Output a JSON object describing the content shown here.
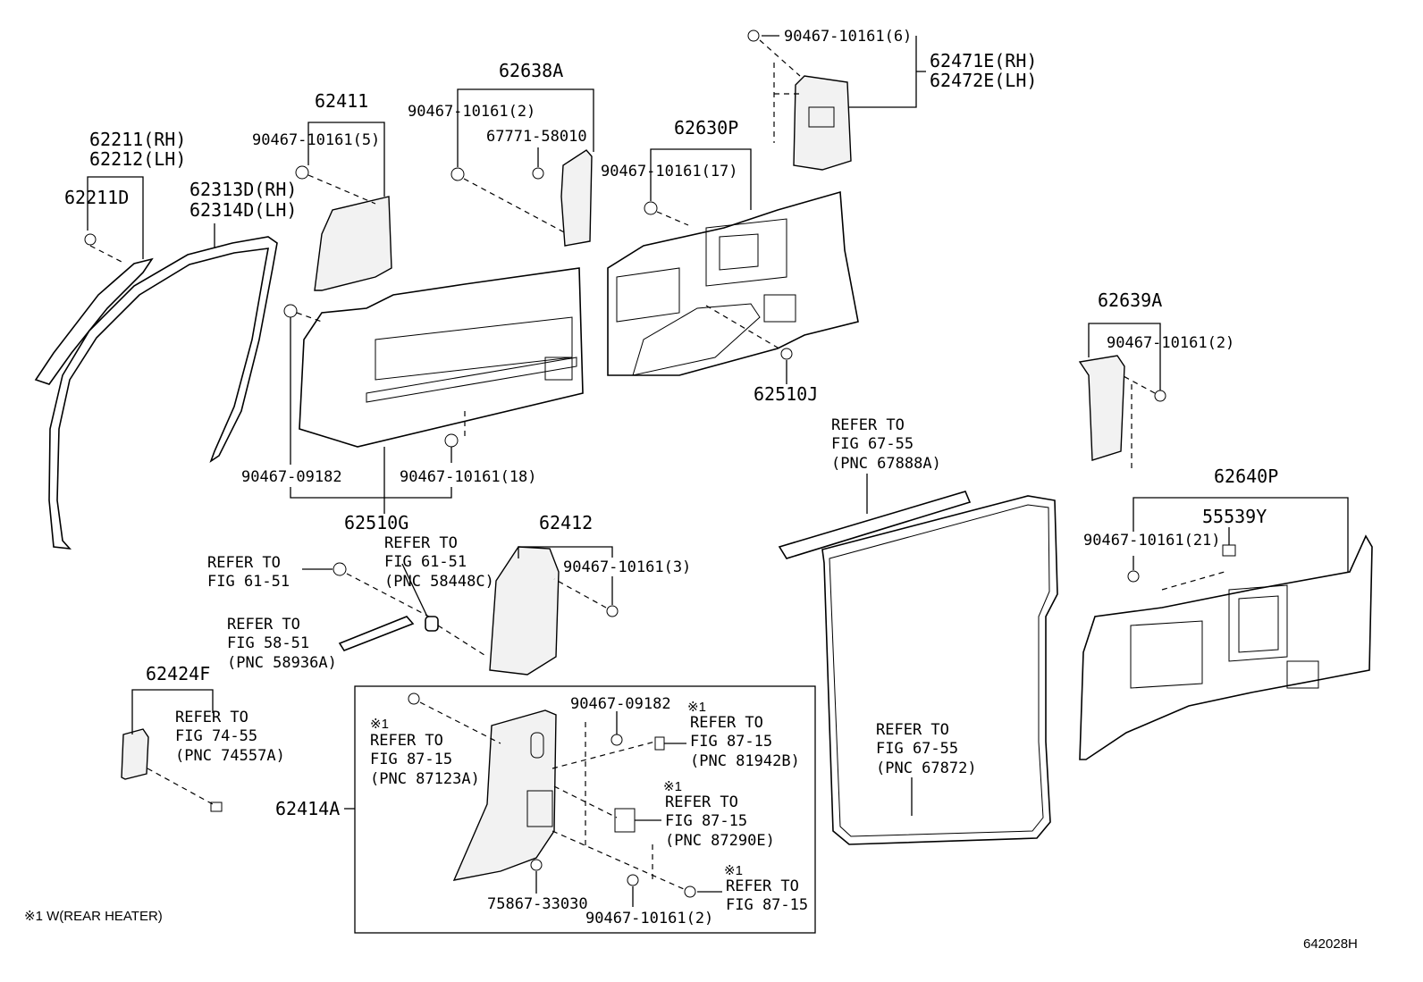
{
  "labels": {
    "p62211": "62211(RH)",
    "p62212": "62212(LH)",
    "p62211D": "62211D",
    "p62313D": "62313D(RH)",
    "p62314D": "62314D(LH)",
    "p62411": "62411",
    "c62411": "90467-10161(5)",
    "p62638A": "62638A",
    "c62638A": "90467-10161(2)",
    "c67771": "67771-58010",
    "c_top": "90467-10161(6)",
    "p62471E": "62471E(RH)",
    "p62472E": "62472E(LH)",
    "p62630P": "62630P",
    "c62630P": "90467-10161(17)",
    "p62510J": "62510J",
    "p62639A": "62639A",
    "c62639A": "90467-10161(2)",
    "c09182a": "90467-09182",
    "c62510G": "90467-10161(18)",
    "p62510G": "62510G",
    "p62412": "62412",
    "c62412": "90467-10161(3)",
    "p62640P": "62640P",
    "p55539Y": "55539Y",
    "c62640P": "90467-10161(21)",
    "p62424F": "62424F",
    "p62414A": "62414A",
    "c09182b": "90467-09182",
    "c75867": "75867-33030",
    "c62414A": "90467-10161(2)",
    "ref_fig": "REFER TO",
    "r6151a_2": "FIG 61-51",
    "r6151b_2": "FIG 61-51",
    "r6151b_3": "(PNC 58448C)",
    "r5851_2": "FIG 58-51",
    "r5851_3": "(PNC 58936A)",
    "r7455_2": "FIG 74-55",
    "r7455_3": "(PNC 74557A)",
    "r6755a_2": "FIG 67-55",
    "r6755a_3": "(PNC 67888A)",
    "r6755b_2": "FIG 67-55",
    "r6755b_3": "(PNC 67872)",
    "r8715_2": "FIG 87-15",
    "r8715a_3": "(PNC 87123A)",
    "r8715b_3": "(PNC 81942B)",
    "r8715c_3": "(PNC 87290E)",
    "mark1": "※1",
    "footnote": "※1 W(REAR HEATER)",
    "fig_id": "642028H"
  }
}
